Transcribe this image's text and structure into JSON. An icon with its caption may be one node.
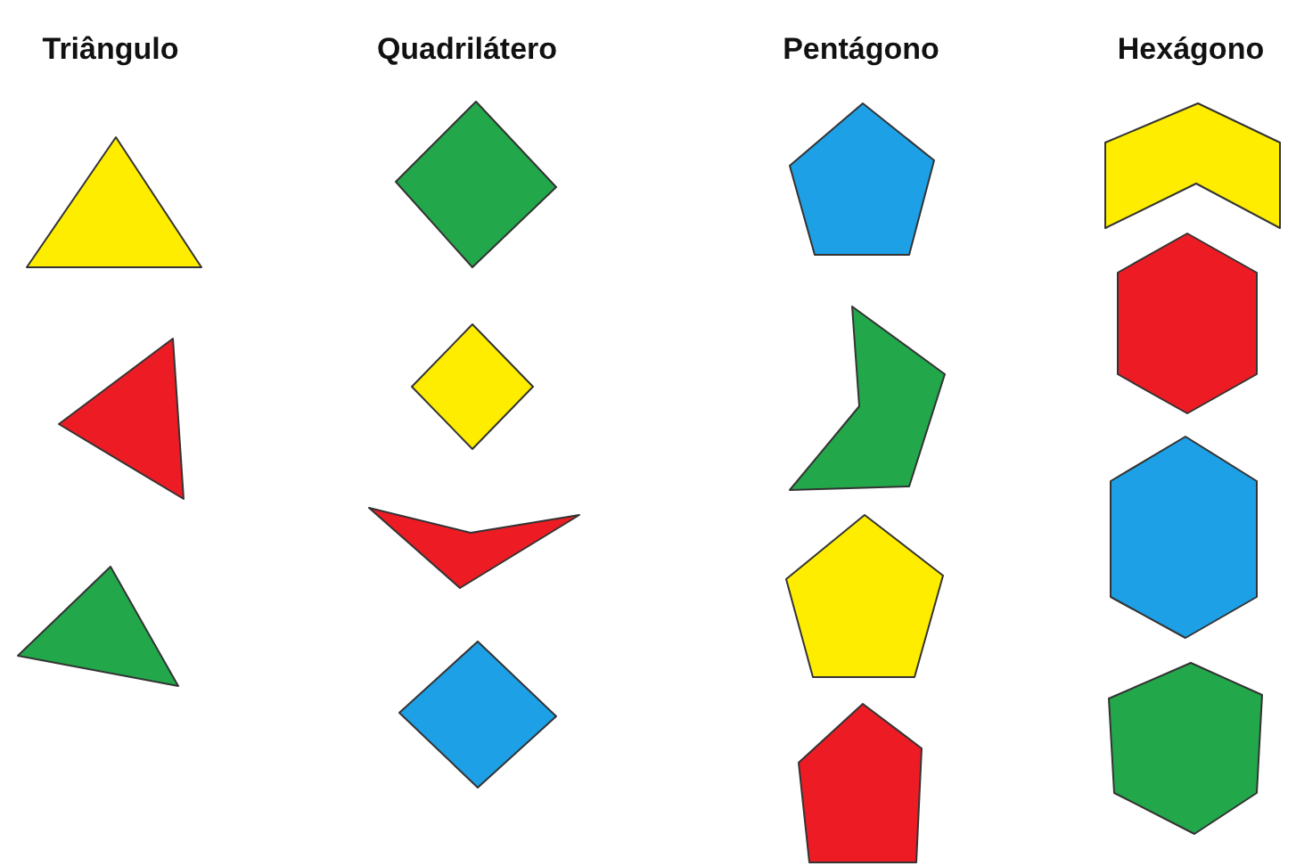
{
  "diagram": {
    "nodes": [
      {
        "text": [],
        "shape": "triangle"
      },
      {
        "text": [],
        "shape": "triangle"
      },
      {
        "text": [],
        "shape": "triangle"
      },
      {
        "text": [],
        "shape": "quadrilateral"
      },
      {
        "text": [],
        "shape": "quadrilateral"
      },
      {
        "text": [],
        "shape": "quadrilateral"
      },
      {
        "text": [],
        "shape": "quadrilateral"
      },
      {
        "text": [],
        "shape": "pentagon"
      },
      {
        "text": [],
        "shape": "pentagon"
      },
      {
        "text": [],
        "shape": "pentagon"
      },
      {
        "text": [],
        "shape": "pentagon"
      },
      {
        "text": [],
        "shape": "hexagon"
      },
      {
        "text": [],
        "shape": "hexagon"
      },
      {
        "text": [],
        "shape": "hexagon"
      },
      {
        "text": [],
        "shape": "hexagon"
      }
    ],
    "labels": [
      "Triângulo",
      "Quadrilátero",
      "Pentágono",
      "Hexágono"
    ]
  }
}
